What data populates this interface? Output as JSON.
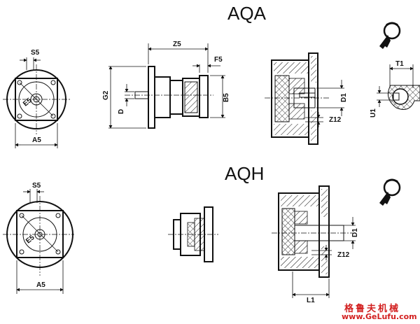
{
  "sections": {
    "top_title": "AQA",
    "bottom_title": "AQH"
  },
  "labels": {
    "s5_top": "S5",
    "e5_top": "E5",
    "a5_top": "A5",
    "z5": "Z5",
    "f5": "F5",
    "g2": "G2",
    "d": "D",
    "b5": "B5",
    "d1_top": "D1",
    "z12_top": "Z12",
    "t1": "T1",
    "u1": "U1",
    "s5_bottom": "S5",
    "e5_bottom": "E5",
    "a5_bottom": "A5",
    "d1_bottom": "D1",
    "z12_bottom": "Z12",
    "l1": "L1"
  },
  "watermark": {
    "chinese": "格鲁夫机械",
    "url": "www.GeLufu.com"
  },
  "colors": {
    "ink": "#111111",
    "watermark": "#d21f1f"
  },
  "icons": [
    "key-icon",
    "key-icon"
  ]
}
